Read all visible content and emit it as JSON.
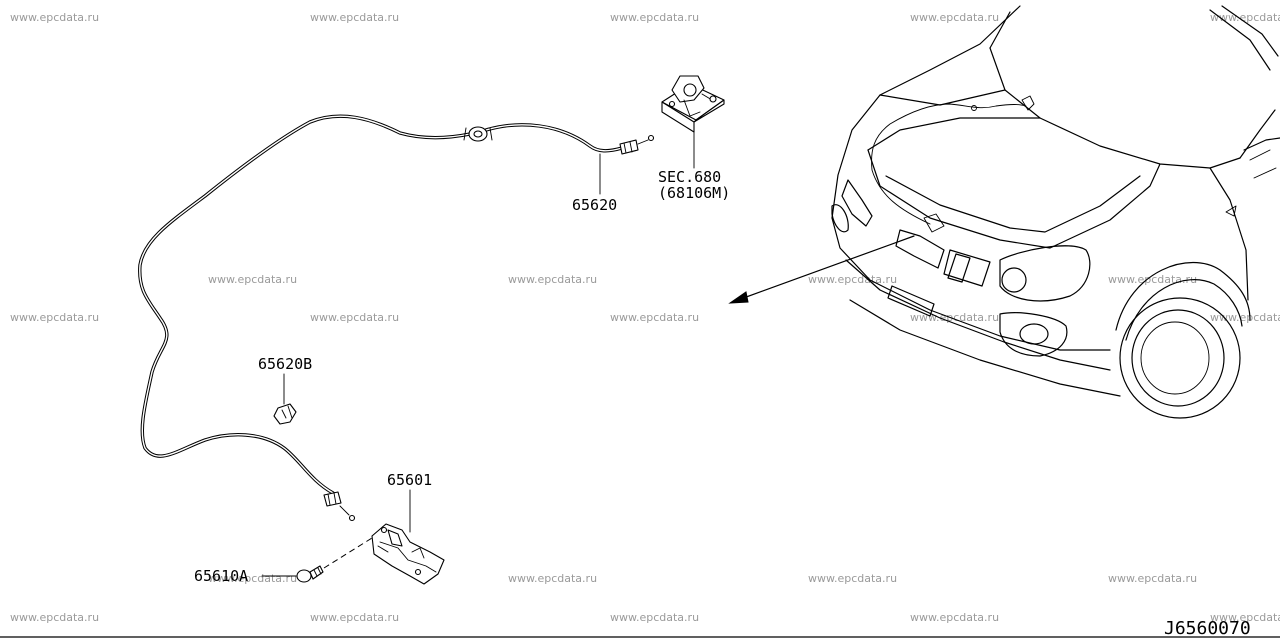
{
  "watermark": "www.epcdata.ru",
  "diagram_id": "J6560070",
  "parts": {
    "hood_lock_cable": "65620",
    "cable_clip": "65620B",
    "hood_release_handle": "65601",
    "handle_bolt": "65610A",
    "section_ref": "SEC.680",
    "section_part": "(68106M)"
  }
}
